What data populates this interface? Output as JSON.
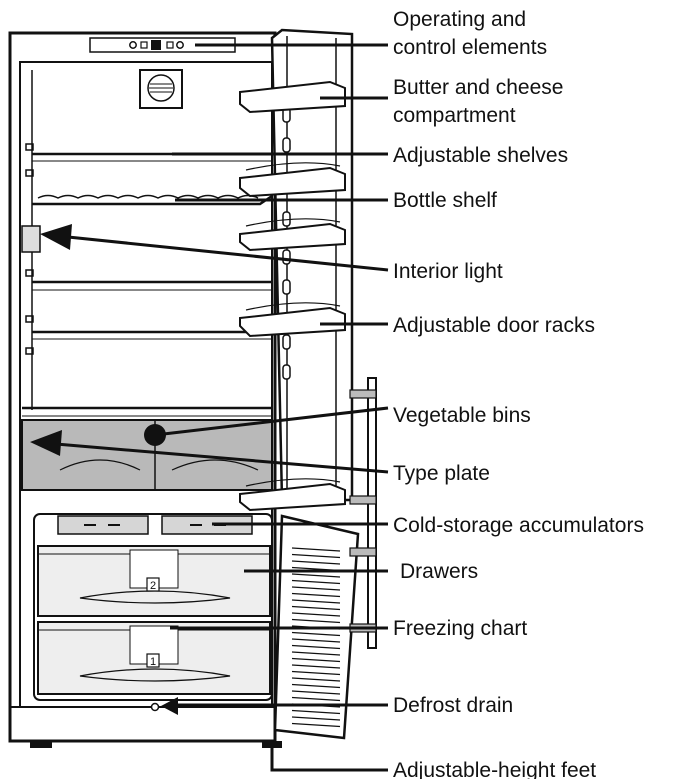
{
  "labels": {
    "controls_line1": "Operating and",
    "controls_line2": "control elements",
    "butter_line1": "Butter and cheese",
    "butter_line2": "compartment",
    "shelves": "Adjustable shelves",
    "bottle_shelf": "Bottle shelf",
    "interior_light": "Interior light",
    "door_racks": "Adjustable door racks",
    "vegetable_bins": "Vegetable bins",
    "type_plate": "Type plate",
    "accumulators": "Cold-storage accumulators",
    "drawers": "Drawers",
    "freezing_chart": "Freezing chart",
    "defrost_drain": "Defrost drain",
    "feet": "Adjustable-height feet"
  },
  "drawer_numbers": {
    "upper": "2",
    "lower": "1"
  },
  "colors": {
    "ink": "#111111",
    "bin_fill": "#b9b9b9",
    "drawer_fill": "#eeeeee",
    "accumulator_fill": "#d6d6d6",
    "background": "#ffffff"
  }
}
